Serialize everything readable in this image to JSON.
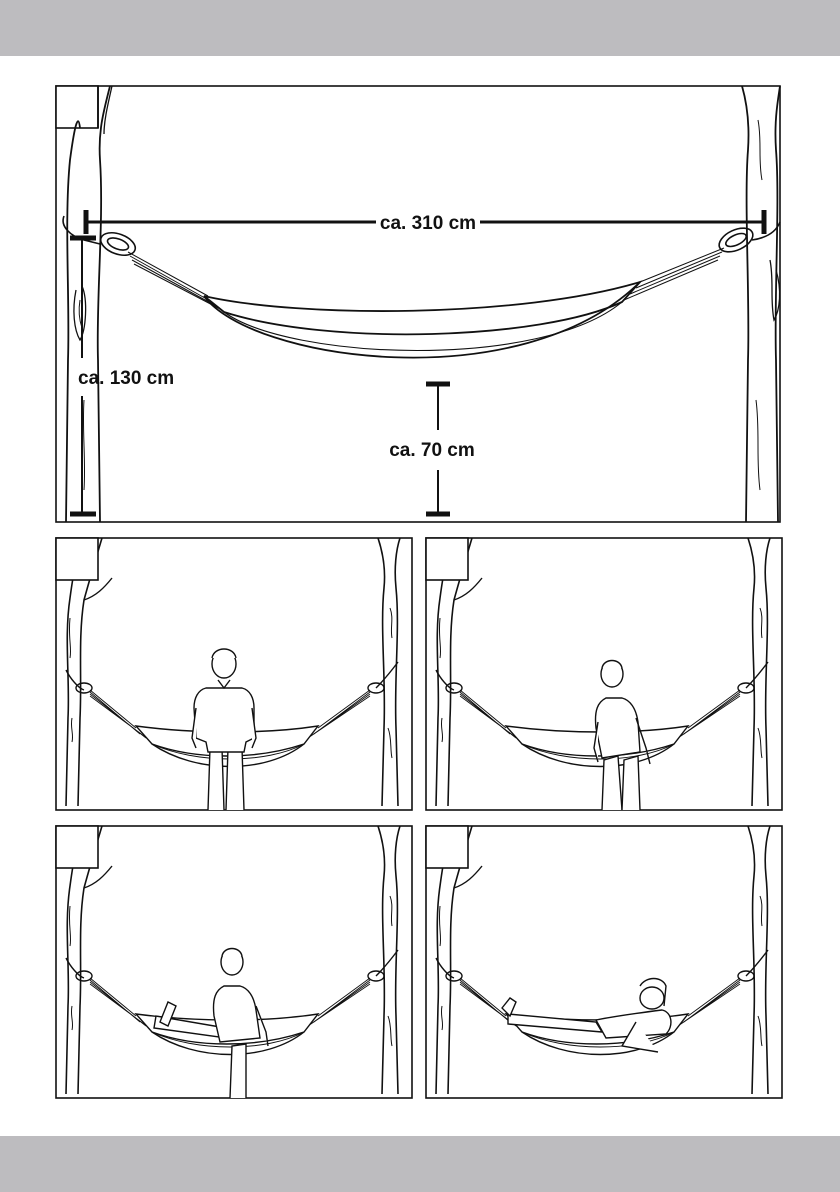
{
  "measurements": {
    "width": "ca. 310 cm",
    "attach_height": "ca. 130 cm",
    "ground_clearance": "ca. 70 cm"
  },
  "panels": [
    {
      "id": "overview"
    },
    {
      "id": "step-stand"
    },
    {
      "id": "step-sit"
    },
    {
      "id": "step-swing-legs"
    },
    {
      "id": "step-lie"
    }
  ]
}
